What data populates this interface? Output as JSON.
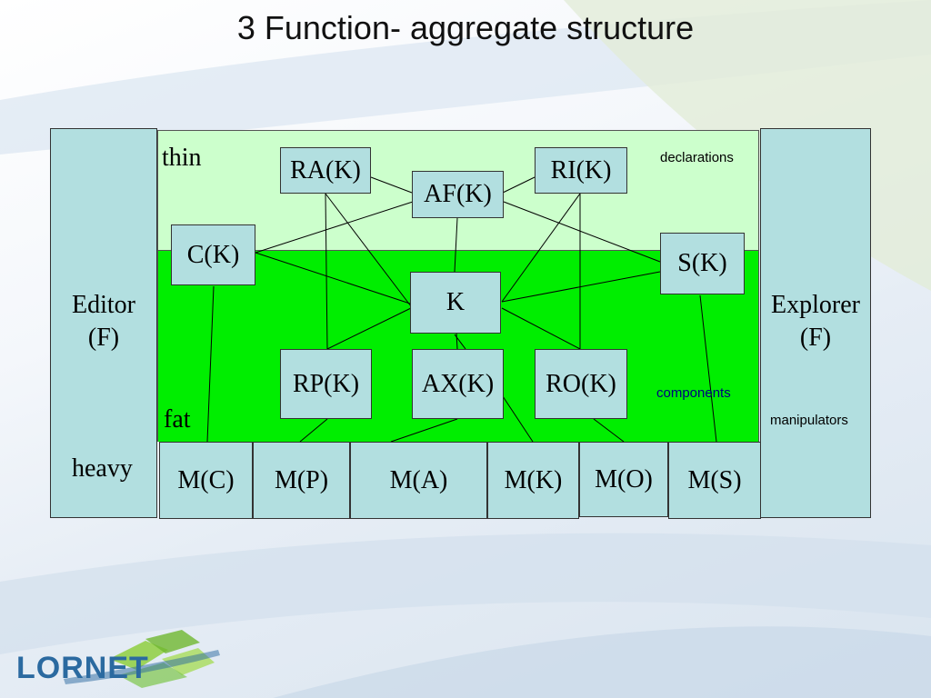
{
  "title": "3 Function- aggregate structure",
  "labels": {
    "thin": "thin",
    "fat": "fat",
    "heavy": "heavy",
    "declarations": "declarations",
    "components": "components",
    "manipulators": "manipulators"
  },
  "editor": {
    "line1": "Editor",
    "line2": "(F)"
  },
  "explorer": {
    "line1": "Explorer",
    "line2": "(F)"
  },
  "nodes": {
    "ra": "RA(K)",
    "af": "AF(K)",
    "ri": "RI(K)",
    "c": "C(K)",
    "s": "S(K)",
    "k": "K",
    "rp": "RP(K)",
    "ax": "AX(K)",
    "ro": "RO(K)"
  },
  "modules": {
    "mc": "M(C)",
    "mp": "M(P)",
    "ma": "M(A)",
    "mk": "M(K)",
    "mo": "M(O)",
    "ms": "M(S)"
  },
  "logo": {
    "text": "LORNET"
  },
  "colors": {
    "thin_zone": "#ccffcc",
    "fat_zone": "#00ee00",
    "box_fill": "#b2dfe0",
    "logo_text": "#2b6aa0"
  }
}
